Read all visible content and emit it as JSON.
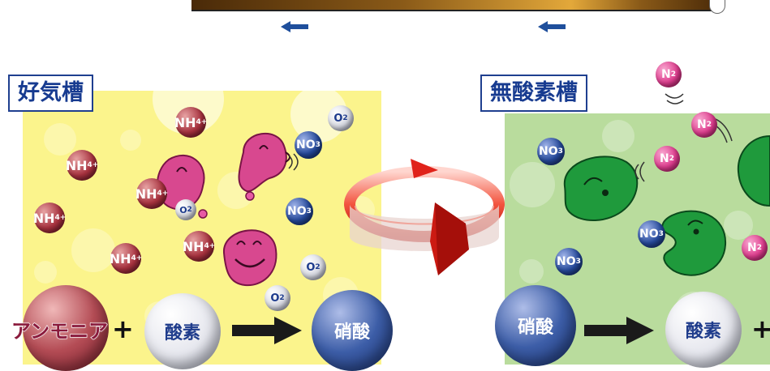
{
  "aerobic_tank": {
    "label": "好気槽"
  },
  "anoxic_tank": {
    "label": "無酸素槽"
  },
  "molecules": {
    "ammonium": "NH",
    "ammonium_sub": "4",
    "ammonium_sup": "+",
    "nitrate": "NO",
    "nitrate_sub": "3",
    "nitrate_sup": "-",
    "oxygen": "O",
    "oxygen_sub": "2",
    "nitrogen": "N",
    "nitrogen_sub": "2"
  },
  "aerobic_reaction": {
    "ammonia": "アンモニア",
    "plus": "+",
    "oxygen": "酸素",
    "nitric_acid": "硝酸"
  },
  "anoxic_reaction": {
    "nitric_acid": "硝酸",
    "oxygen": "酸素",
    "plus": "+"
  },
  "colors": {
    "aerobic_bg": "#fbf48c",
    "anoxic_bg": "#b9dc9d",
    "label_text": "#173b90",
    "aerobic_bacteria": "#d8488f",
    "anoxic_bacteria": "#1f9a3c",
    "cycle_arrow": "#e0231b",
    "flow_arrow": "#1f4f9c"
  }
}
